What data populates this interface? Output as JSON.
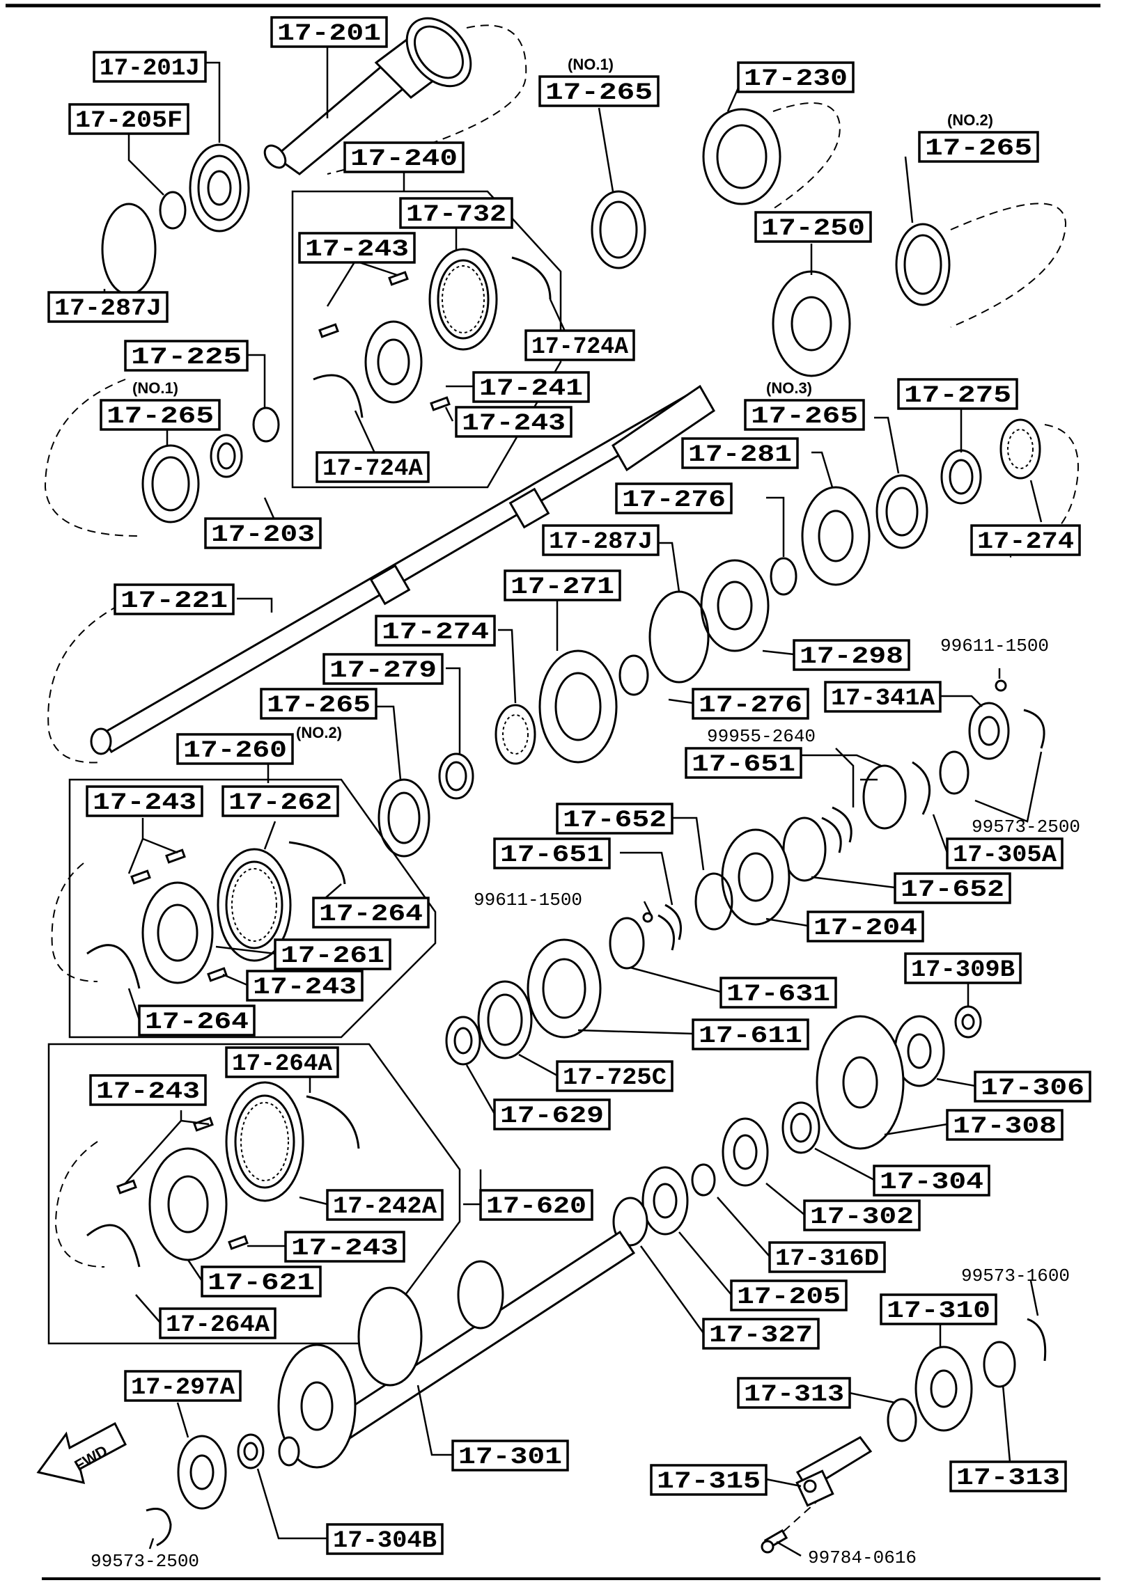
{
  "parts": [
    {
      "id": "p1",
      "label": "17-201"
    },
    {
      "id": "p2",
      "label": "17-201J"
    },
    {
      "id": "p3",
      "label": "17-205F"
    },
    {
      "id": "p4",
      "label": "17-287J"
    },
    {
      "id": "p5",
      "label": "17-240"
    },
    {
      "id": "p6",
      "label": "17-732"
    },
    {
      "id": "p7",
      "label": "17-243"
    },
    {
      "id": "p8",
      "label": "17-724A"
    },
    {
      "id": "p9",
      "label": "17-241"
    },
    {
      "id": "p10",
      "label": "17-243"
    },
    {
      "id": "p11",
      "label": "17-724A"
    },
    {
      "id": "p12",
      "label": "17-265",
      "note": "(NO.1)"
    },
    {
      "id": "p13",
      "label": "17-230"
    },
    {
      "id": "p14",
      "label": "17-265",
      "note": "(NO.2)"
    },
    {
      "id": "p15",
      "label": "17-250"
    },
    {
      "id": "p16",
      "label": "17-225"
    },
    {
      "id": "p17",
      "label": "17-265",
      "note": "(NO.1)"
    },
    {
      "id": "p18",
      "label": "17-203"
    },
    {
      "id": "p19",
      "label": "17-275"
    },
    {
      "id": "p20",
      "label": "17-265",
      "note": "(NO.3)"
    },
    {
      "id": "p21",
      "label": "17-281"
    },
    {
      "id": "p22",
      "label": "17-276"
    },
    {
      "id": "p23",
      "label": "17-274"
    },
    {
      "id": "p24",
      "label": "17-221"
    },
    {
      "id": "p25",
      "label": "17-287J"
    },
    {
      "id": "p26",
      "label": "17-271"
    },
    {
      "id": "p27",
      "label": "17-274"
    },
    {
      "id": "p28",
      "label": "17-279"
    },
    {
      "id": "p29",
      "label": "17-298"
    },
    {
      "id": "p30",
      "label": "17-276"
    },
    {
      "id": "p31",
      "label": "17-341A"
    },
    {
      "id": "p32",
      "label": "17-265",
      "note": "(NO.2)"
    },
    {
      "id": "p33",
      "label": "17-260"
    },
    {
      "id": "p34",
      "label": "17-243"
    },
    {
      "id": "p35",
      "label": "17-262"
    },
    {
      "id": "p36",
      "label": "17-651"
    },
    {
      "id": "p37",
      "label": "17-652"
    },
    {
      "id": "p38",
      "label": "17-651"
    },
    {
      "id": "p39",
      "label": "17-264"
    },
    {
      "id": "p40",
      "label": "17-261"
    },
    {
      "id": "p41",
      "label": "17-243"
    },
    {
      "id": "p42",
      "label": "17-264"
    },
    {
      "id": "p43",
      "label": "17-305A"
    },
    {
      "id": "p44",
      "label": "17-652"
    },
    {
      "id": "p45",
      "label": "17-204"
    },
    {
      "id": "p46",
      "label": "17-631"
    },
    {
      "id": "p47",
      "label": "17-611"
    },
    {
      "id": "p48",
      "label": "17-309B"
    },
    {
      "id": "p49",
      "label": "17-725C"
    },
    {
      "id": "p50",
      "label": "17-306"
    },
    {
      "id": "p51",
      "label": "17-629"
    },
    {
      "id": "p52",
      "label": "17-308"
    },
    {
      "id": "p53",
      "label": "17-243"
    },
    {
      "id": "p54",
      "label": "17-264A"
    },
    {
      "id": "p55",
      "label": "17-304"
    },
    {
      "id": "p56",
      "label": "17-242A"
    },
    {
      "id": "p57",
      "label": "17-620"
    },
    {
      "id": "p58",
      "label": "17-302"
    },
    {
      "id": "p59",
      "label": "17-243"
    },
    {
      "id": "p60",
      "label": "17-316D"
    },
    {
      "id": "p61",
      "label": "17-621"
    },
    {
      "id": "p62",
      "label": "17-205"
    },
    {
      "id": "p63",
      "label": "17-264A"
    },
    {
      "id": "p64",
      "label": "17-327"
    },
    {
      "id": "p65",
      "label": "17-310"
    },
    {
      "id": "p66",
      "label": "17-297A"
    },
    {
      "id": "p67",
      "label": "17-313"
    },
    {
      "id": "p68",
      "label": "17-301"
    },
    {
      "id": "p69",
      "label": "17-315"
    },
    {
      "id": "p70",
      "label": "17-313"
    },
    {
      "id": "p71",
      "label": "17-304B"
    }
  ],
  "part_numbers": [
    {
      "id": "n1",
      "text": "99611-1500"
    },
    {
      "id": "n2",
      "text": "99955-2640"
    },
    {
      "id": "n3",
      "text": "99573-2500"
    },
    {
      "id": "n4",
      "text": "99611-1500"
    },
    {
      "id": "n5",
      "text": "99573-1600"
    },
    {
      "id": "n6",
      "text": "99573-2500"
    },
    {
      "id": "n7",
      "text": "99784-0616"
    }
  ],
  "direction_arrow": {
    "text": "FWD",
    "icon": "fwd-arrow-icon"
  }
}
